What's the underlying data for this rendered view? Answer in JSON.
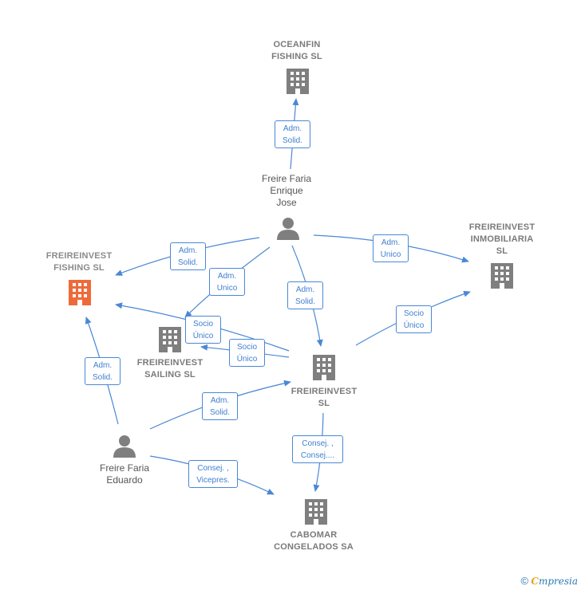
{
  "colors": {
    "edge": "#4a88d6",
    "company_icon": "#7f7f7f",
    "highlight_icon": "#ef6a3a",
    "person_icon": "#7f7f7f"
  },
  "nodes": {
    "oceanfin": {
      "label": "OCEANFIN\nFISHING  SL",
      "icon": "building-icon"
    },
    "enrique": {
      "label": "Freire Faria\nEnrique\nJose",
      "icon": "person-icon"
    },
    "inmobiliaria": {
      "label": "FREIREINVEST\nINMOBILIARIA\nSL",
      "icon": "building-icon"
    },
    "fishing": {
      "label": "FREIREINVEST\nFISHING  SL",
      "icon": "building-icon"
    },
    "sailing": {
      "label": "FREIREINVEST\nSAILING  SL",
      "icon": "building-icon"
    },
    "freireinvest": {
      "label": "FREIREINVEST\nSL",
      "icon": "building-icon"
    },
    "eduardo": {
      "label": "Freire Faria\nEduardo",
      "icon": "person-icon"
    },
    "cabomar": {
      "label": "CABOMAR\nCONGELADOS SA",
      "icon": "building-icon"
    }
  },
  "edges": {
    "e1": "Adm.\nSolid.",
    "e2": "Adm.\nSolid.",
    "e3": "Adm.\nUnico",
    "e4": "Adm.\nSolid.",
    "e5": "Adm.\nUnico",
    "e6": "Socio\nÚnico",
    "e7": "Socio\nÚnico",
    "e8": "Socio\nÚnico",
    "e9": "Adm.\nSolid.",
    "e10": "Adm.\nSolid.",
    "e11": "Consej. ,\nConsej....",
    "e12": "Consej. ,\nVicepres."
  },
  "footer": {
    "copyright": "©",
    "brand_first": "C",
    "brand_rest": "mpresia"
  }
}
